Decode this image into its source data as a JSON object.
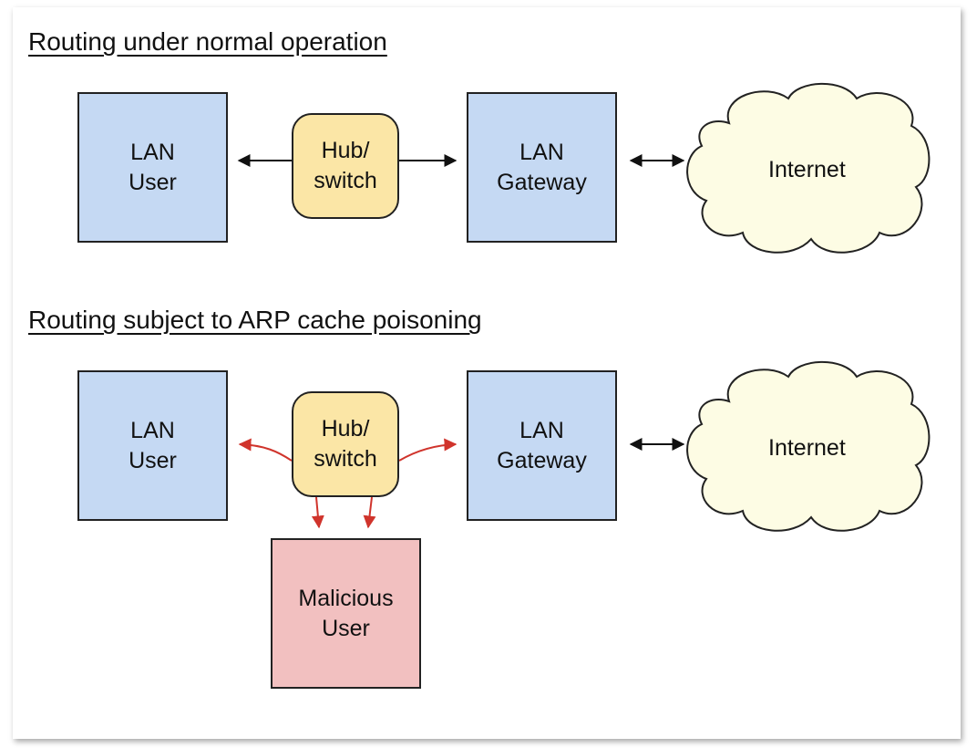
{
  "sections": {
    "normal": {
      "title": "Routing under normal operation",
      "lan_user": [
        "LAN",
        "User"
      ],
      "hub": [
        "Hub/",
        "switch"
      ],
      "gateway": [
        "LAN",
        "Gateway"
      ],
      "internet": "Internet"
    },
    "poisoned": {
      "title": "Routing subject to ARP cache poisoning",
      "lan_user": [
        "LAN",
        "User"
      ],
      "hub": [
        "Hub/",
        "switch"
      ],
      "gateway": [
        "LAN",
        "Gateway"
      ],
      "internet": "Internet",
      "malicious": [
        "Malicious",
        "User"
      ]
    }
  },
  "colors": {
    "host_fill": "#c5d9f3",
    "hub_fill": "#fbe6a6",
    "cloud_fill": "#fdfce4",
    "malicious_fill": "#f2c0c0",
    "normal_arrow": "#111111",
    "poison_arrow": "#d0342c"
  }
}
